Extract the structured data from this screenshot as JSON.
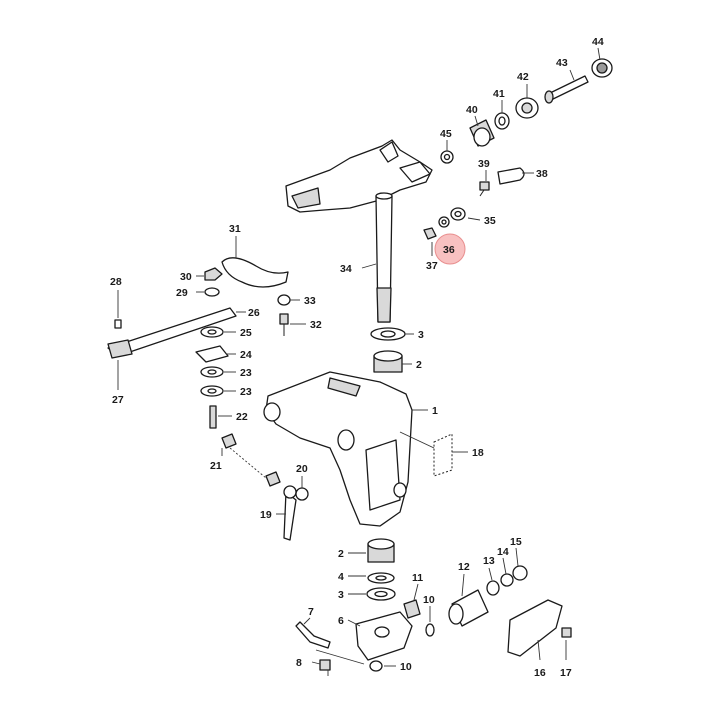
{
  "diagram": {
    "highlight": {
      "label": "36",
      "color": "#f4a3a3"
    },
    "callouts": [
      {
        "id": "c44",
        "label": "44"
      },
      {
        "id": "c43",
        "label": "43"
      },
      {
        "id": "c42",
        "label": "42"
      },
      {
        "id": "c41",
        "label": "41"
      },
      {
        "id": "c40",
        "label": "40"
      },
      {
        "id": "c45",
        "label": "45"
      },
      {
        "id": "c39",
        "label": "39"
      },
      {
        "id": "c38",
        "label": "38"
      },
      {
        "id": "c35",
        "label": "35"
      },
      {
        "id": "c36",
        "label": "36"
      },
      {
        "id": "c37",
        "label": "37"
      },
      {
        "id": "c34",
        "label": "34"
      },
      {
        "id": "c31",
        "label": "31"
      },
      {
        "id": "c30",
        "label": "30"
      },
      {
        "id": "c29",
        "label": "29"
      },
      {
        "id": "c28",
        "label": "28"
      },
      {
        "id": "c27",
        "label": "27"
      },
      {
        "id": "c26",
        "label": "26"
      },
      {
        "id": "c25",
        "label": "25"
      },
      {
        "id": "c24",
        "label": "24"
      },
      {
        "id": "c23a",
        "label": "23"
      },
      {
        "id": "c23b",
        "label": "23"
      },
      {
        "id": "c22",
        "label": "22"
      },
      {
        "id": "c21",
        "label": "21"
      },
      {
        "id": "c20",
        "label": "20"
      },
      {
        "id": "c19",
        "label": "19"
      },
      {
        "id": "c33",
        "label": "33"
      },
      {
        "id": "c32",
        "label": "32"
      },
      {
        "id": "c3a",
        "label": "3"
      },
      {
        "id": "c2a",
        "label": "2"
      },
      {
        "id": "c1",
        "label": "1"
      },
      {
        "id": "c18",
        "label": "18"
      },
      {
        "id": "c2b",
        "label": "2"
      },
      {
        "id": "c4",
        "label": "4"
      },
      {
        "id": "c3b",
        "label": "3"
      },
      {
        "id": "c11",
        "label": "11"
      },
      {
        "id": "c10a",
        "label": "10"
      },
      {
        "id": "c7",
        "label": "7"
      },
      {
        "id": "c6",
        "label": "6"
      },
      {
        "id": "c8",
        "label": "8"
      },
      {
        "id": "c10b",
        "label": "10"
      },
      {
        "id": "c12",
        "label": "12"
      },
      {
        "id": "c13",
        "label": "13"
      },
      {
        "id": "c14",
        "label": "14"
      },
      {
        "id": "c15",
        "label": "15"
      },
      {
        "id": "c16",
        "label": "16"
      },
      {
        "id": "c17",
        "label": "17"
      }
    ]
  }
}
